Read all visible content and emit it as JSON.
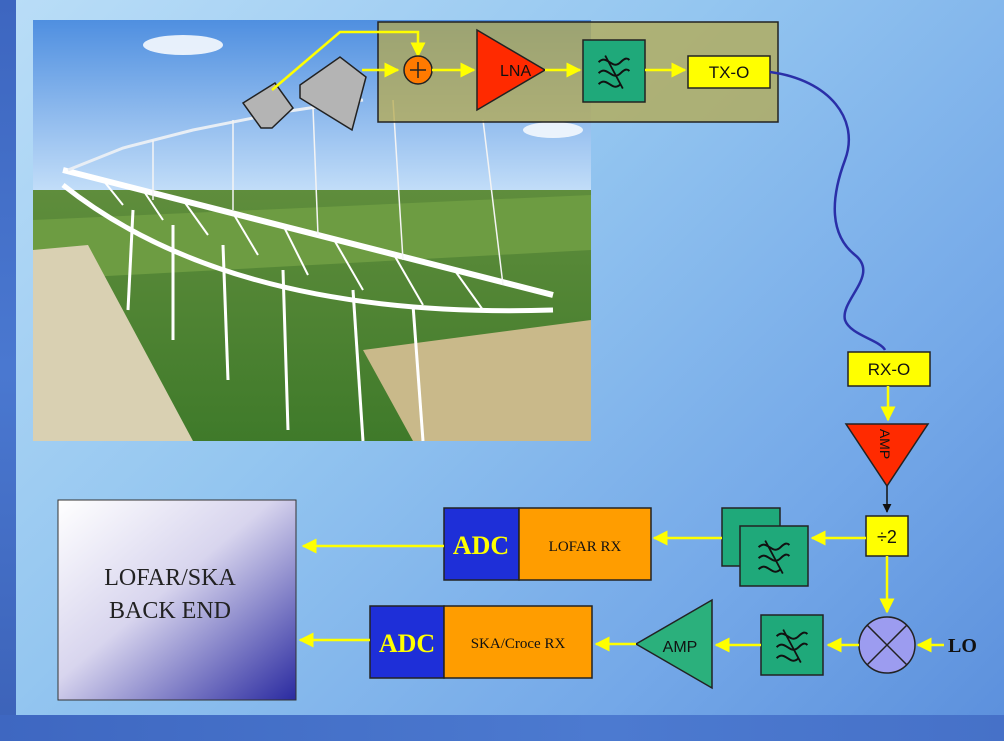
{
  "photo": {
    "kind": "photograph",
    "subject": "cylindrical parabolic radio telescope"
  },
  "blocks": {
    "lna": "LNA",
    "tx": "TX-O",
    "rx": "RX-O",
    "amp_vertical": "AMP",
    "divider": "÷2",
    "adc_top": "ADC",
    "lofar_rx": "LOFAR RX",
    "adc_bottom": "ADC",
    "ska_rx": "SKA/Croce RX",
    "amp_bottom": "AMP",
    "lo": "LO",
    "backend_line1": "LOFAR/SKA",
    "backend_line2": "BACK END"
  },
  "colors": {
    "yellow_block": "#ffff00",
    "amp_red": "#ff2a00",
    "filter_green": "#1fa97a",
    "adc_blue": "#1e2fd8",
    "rx_orange": "#ff9d00",
    "amp_green": "#2bb07c",
    "mixer_purple": "#9c9cf0",
    "cable_blue": "#2a2fa8",
    "signal_yellow": "#ffff00"
  }
}
